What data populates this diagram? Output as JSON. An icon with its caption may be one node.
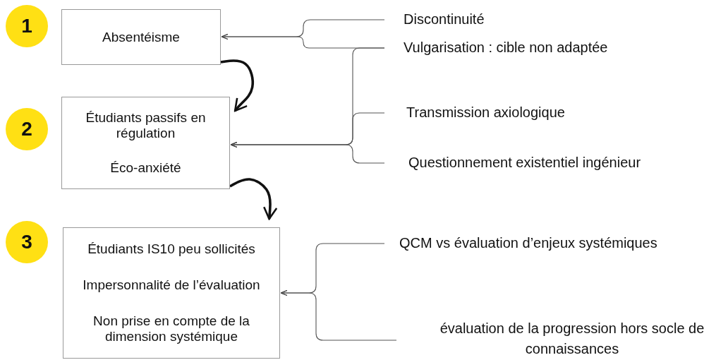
{
  "diagram": {
    "nodes": [
      {
        "text": [
          "1"
        ]
      },
      {
        "text": [
          "Absentéisme"
        ]
      },
      {
        "text": [
          "Discontinuité"
        ]
      },
      {
        "text": [
          "Vulgarisation : cible non adaptée"
        ]
      },
      {
        "text": [
          "2"
        ]
      },
      {
        "text": [
          "Étudiants passifs en régulation",
          "Éco-anxiété"
        ]
      },
      {
        "text": [
          "Transmission axiologique"
        ]
      },
      {
        "text": [
          "Questionnement existentiel ingénieur"
        ]
      },
      {
        "text": [
          "3"
        ]
      },
      {
        "text": [
          "Étudiants IS10 peu sollicités",
          "Impersonnalité de l’évaluation",
          "Non prise en compte de la dimension systémique"
        ]
      },
      {
        "text": [
          "QCM vs évaluation d’enjeux systémiques"
        ]
      },
      {
        "text": [
          "évaluation de la progression hors socle de connaissances"
        ]
      }
    ],
    "edges": [
      {
        "from": 2,
        "to": 1,
        "arrow": "to"
      },
      {
        "from": 3,
        "to": 1,
        "arrow": "to"
      },
      {
        "from": 3,
        "to": 5,
        "arrow": "to"
      },
      {
        "from": 6,
        "to": 5,
        "arrow": "to"
      },
      {
        "from": 7,
        "to": 5,
        "arrow": "to"
      },
      {
        "from": 10,
        "to": 9,
        "arrow": "to"
      },
      {
        "from": 11,
        "to": 9,
        "arrow": "to"
      },
      {
        "from": 1,
        "to": 5,
        "arrow": "to",
        "style": "thick"
      },
      {
        "from": 5,
        "to": 9,
        "arrow": "to",
        "style": "thick"
      }
    ]
  }
}
